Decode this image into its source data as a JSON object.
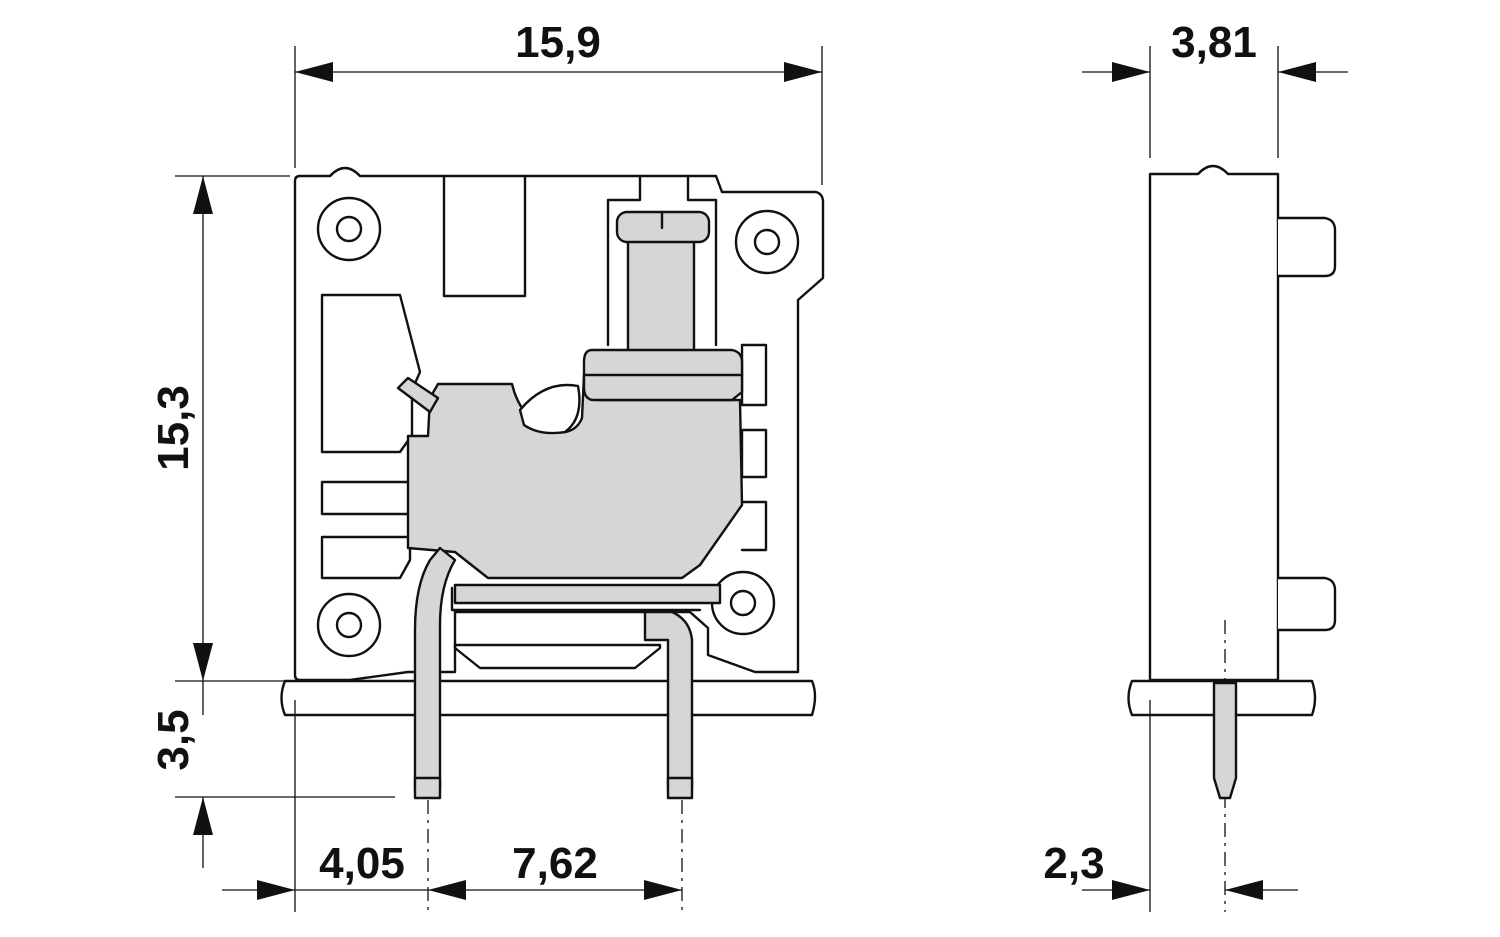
{
  "dimensions": {
    "width_total": "15,9",
    "height_total": "15,3",
    "pin_length": "3,5",
    "pin_offset": "4,05",
    "pitch": "7,62",
    "depth": "3,81",
    "pin_depth_offset": "2,3"
  }
}
